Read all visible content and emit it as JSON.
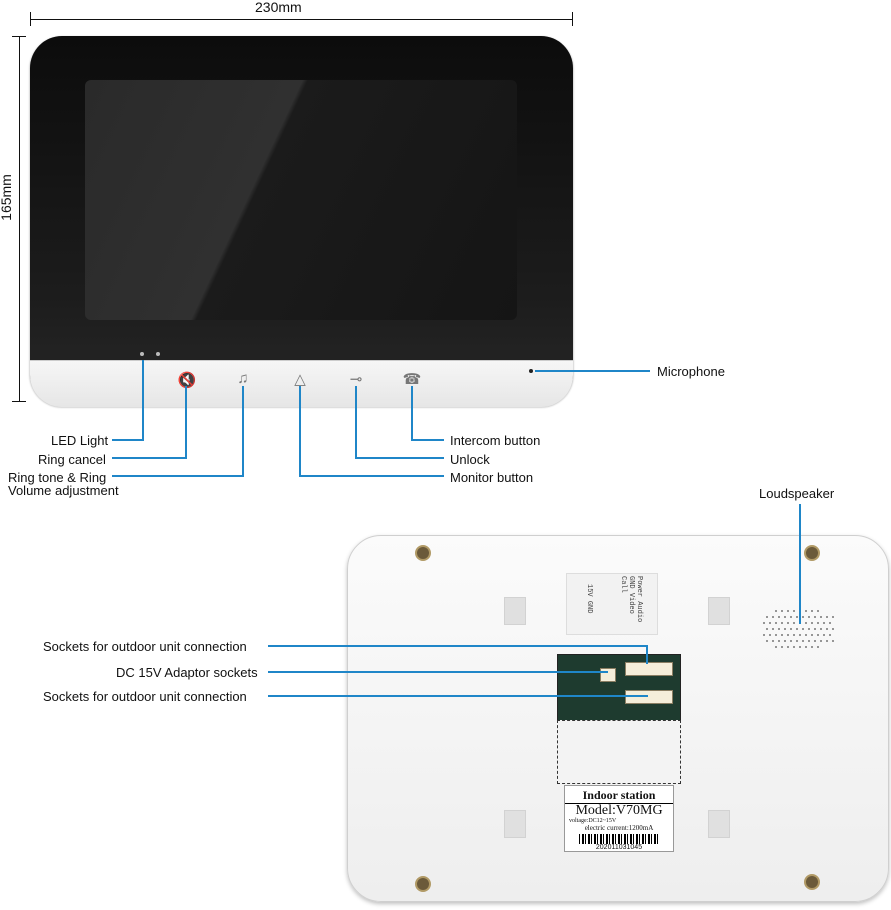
{
  "dimensions": {
    "width_label": "230mm",
    "height_label": "165mm"
  },
  "front_labels": {
    "microphone": "Microphone",
    "led_light": "LED Light",
    "ring_cancel": "Ring cancel",
    "ring_tone_line1": "Ring tone & Ring",
    "ring_tone_line2": "Volume adjustment",
    "intercom": "Intercom button",
    "unlock": "Unlock",
    "monitor": "Monitor button"
  },
  "back_labels": {
    "loudspeaker": "Loudspeaker",
    "sockets_top": "Sockets for outdoor unit connection",
    "dc_adaptor": "DC 15V Adaptor sockets",
    "sockets_bottom": "Sockets for outdoor unit connection"
  },
  "device_label": {
    "title": "Indoor station",
    "model": "Model:V70MG",
    "voltage": "voltage:DC12~15V",
    "current": "electric current:1200mA",
    "serial": "202011031045",
    "top_terminals": [
      "Power",
      "Audio",
      "GND",
      "Video",
      "Call"
    ],
    "top_terminals_left": [
      "15V",
      "GND"
    ]
  },
  "icons": [
    "mute-icon",
    "music-note-icon",
    "doorbell-icon",
    "key-icon",
    "phone-icon"
  ],
  "colors": {
    "callout": "#1f86c8",
    "monitor_body": "#151515",
    "bezel": "#eeeeee"
  }
}
